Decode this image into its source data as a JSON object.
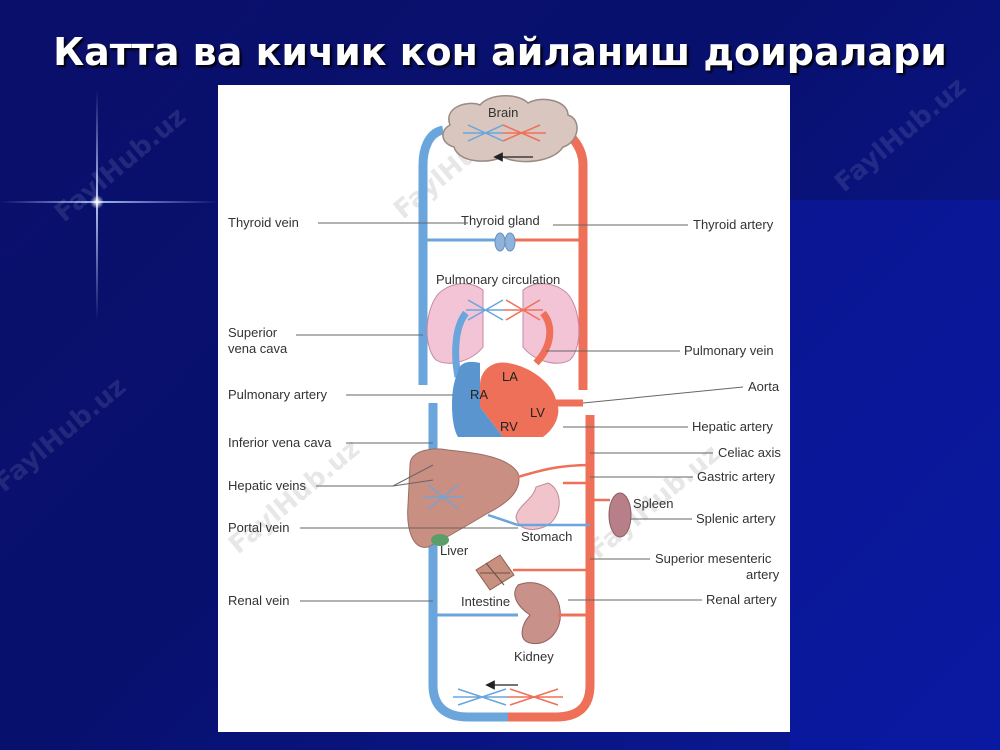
{
  "title": "Катта ва кичик кон айланиш доиралари",
  "watermark": "FaylHub.uz",
  "colors": {
    "vein": "#6aa6dc",
    "artery": "#ef7058",
    "background": "#0a0f6b"
  },
  "organs": {
    "brain": "Brain",
    "thyroid_gland": "Thyroid gland",
    "pulmonary_circulation": "Pulmonary circulation",
    "spleen": "Spleen",
    "stomach": "Stomach",
    "liver": "Liver",
    "intestine": "Intestine",
    "kidney": "Kidney"
  },
  "chambers": {
    "la": "LA",
    "ra": "RA",
    "lv": "LV",
    "rv": "RV"
  },
  "left_labels": {
    "thyroid_vein": "Thyroid vein",
    "superior_vena_cava_1": "Superior",
    "superior_vena_cava_2": "vena cava",
    "pulmonary_artery": "Pulmonary artery",
    "inferior_vena_cava": "Inferior vena cava",
    "hepatic_veins": "Hepatic veins",
    "portal_vein": "Portal vein",
    "renal_vein": "Renal vein"
  },
  "right_labels": {
    "thyroid_artery": "Thyroid artery",
    "pulmonary_vein": "Pulmonary vein",
    "aorta": "Aorta",
    "hepatic_artery": "Hepatic artery",
    "celiac_axis": "Celiac axis",
    "gastric_artery": "Gastric artery",
    "splenic_artery": "Splenic artery",
    "superior_mesenteric_1": "Superior mesenteric",
    "superior_mesenteric_2": "artery",
    "renal_artery": "Renal artery"
  }
}
